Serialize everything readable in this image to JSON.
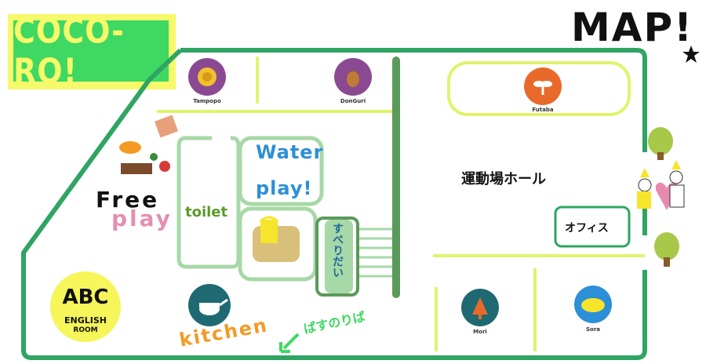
{
  "logo": {
    "text": "COCO-RO!"
  },
  "title": "MAP!",
  "rooms": {
    "tampopo": {
      "label": "Tampopo",
      "color": "#8a4a92",
      "icon_color": "#f1c02c"
    },
    "donguri": {
      "label": "DonGuri",
      "color": "#8a4a92",
      "icon_color": "#8a4a2a"
    },
    "futaba": {
      "label": "Futaba",
      "color": "#e86a2a",
      "icon_color": "#ffffff"
    },
    "mori": {
      "label": "Mori",
      "color": "#1f6a72",
      "icon_color": "#e86a2a"
    },
    "sora": {
      "label": "Sora",
      "color": "#2c8fd8",
      "icon_color": "#f6e52b"
    }
  },
  "areas": {
    "free_play_1": "Free",
    "free_play_2": "play",
    "water_play_1": "Water",
    "water_play_2": "play!",
    "toilet": "toilet",
    "suberidai": "すべりだい",
    "gym_hall": "運動場ホール",
    "office": "オフィス",
    "kitchen": "kitchen",
    "bus_stop": "ばすのりば",
    "abc_1": "ABC",
    "abc_2": "ENGLISH",
    "abc_3": "ROOM"
  },
  "colors": {
    "wall": "#2fa463",
    "inner": "#e1f36c",
    "dark_green": "#5a9a5a",
    "pale_green": "#a7d8a7",
    "accent_blue": "#2c8fd8",
    "accent_pink": "#e58fb0",
    "accent_orange": "#f39a25"
  }
}
